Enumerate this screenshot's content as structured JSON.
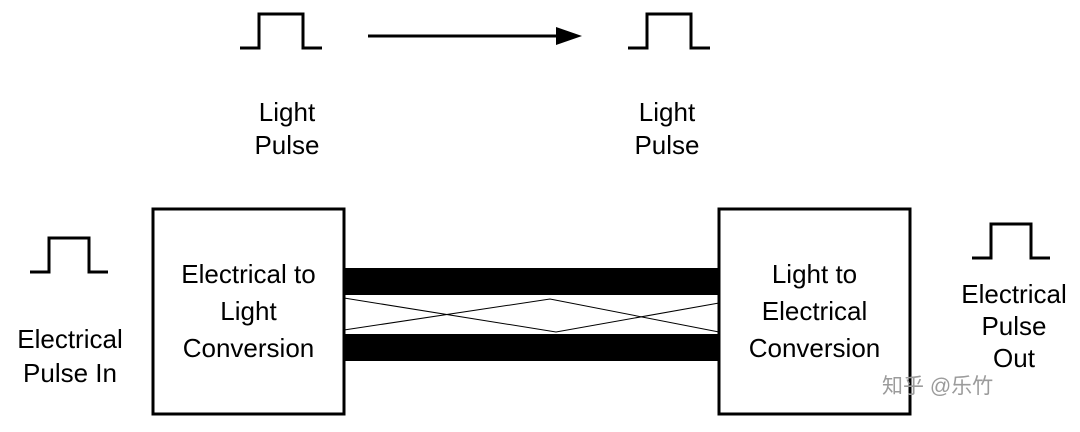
{
  "diagram": {
    "title_hint": "fiber-optic link: electrical to light to electrical conversion",
    "top_row": {
      "light_pulse_left_label": "Light\nPulse",
      "light_pulse_right_label": "Light\nPulse"
    },
    "boxes": {
      "left_box_label": "Electrical to\nLight\nConversion",
      "right_box_label": "Light to\nElectrical\nConversion"
    },
    "endpoints": {
      "input_label": "Electrical\nPulse In",
      "output_label": "Electrical\nPulse\nOut"
    },
    "watermark": "知乎 @乐竹",
    "colors": {
      "line": "#000000",
      "background": "#ffffff",
      "watermark": "#9b9b9b"
    }
  }
}
